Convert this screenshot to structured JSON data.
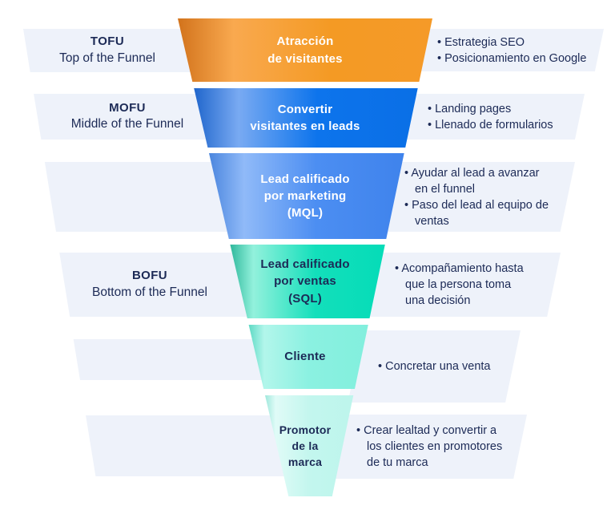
{
  "diagram": {
    "type": "marketing-funnel",
    "colors": {
      "band_bg": "#EEF2FA",
      "navy_text": "#1C2A56",
      "white_text": "#FFFFFF",
      "stage_fills": [
        "#F49A24",
        "#0D74EC",
        "#4C8EF2",
        "#13DFBB",
        "#8BF1E1",
        "#C3F6EE"
      ]
    },
    "rows": [
      {
        "left_abbr": "TOFU",
        "left_full": "Top of the Funnel",
        "stage_lines": [
          "Atracción",
          "de visitantes"
        ],
        "bullets": [
          "Estrategia SEO",
          "Posicionamiento en Google"
        ]
      },
      {
        "left_abbr": "MOFU",
        "left_full": "Middle of the Funnel",
        "stage_lines": [
          "Convertir",
          "visitantes en leads"
        ],
        "bullets": [
          "Landing pages",
          "Llenado de formularios"
        ]
      },
      {
        "left_abbr": "",
        "left_full": "",
        "stage_lines": [
          "Lead calificado",
          "por marketing",
          "(MQL)"
        ],
        "bullets": [
          "Ayudar al lead a avanzar en el funnel",
          "Paso del lead al equipo de ventas"
        ]
      },
      {
        "left_abbr": "BOFU",
        "left_full": "Bottom of the Funnel",
        "stage_lines": [
          "Lead calificado",
          "por ventas",
          "(SQL)"
        ],
        "bullets": [
          "Acompañamiento hasta que la persona toma una decisión"
        ]
      },
      {
        "left_abbr": "",
        "left_full": "",
        "stage_lines": [
          "Cliente"
        ],
        "bullets": [
          "Concretar una venta"
        ]
      },
      {
        "left_abbr": "",
        "left_full": "",
        "stage_lines": [
          "Promotor",
          "de la",
          "marca"
        ],
        "bullets": [
          "Crear lealtad y convertir a los clientes en promotores de tu marca"
        ]
      }
    ]
  }
}
